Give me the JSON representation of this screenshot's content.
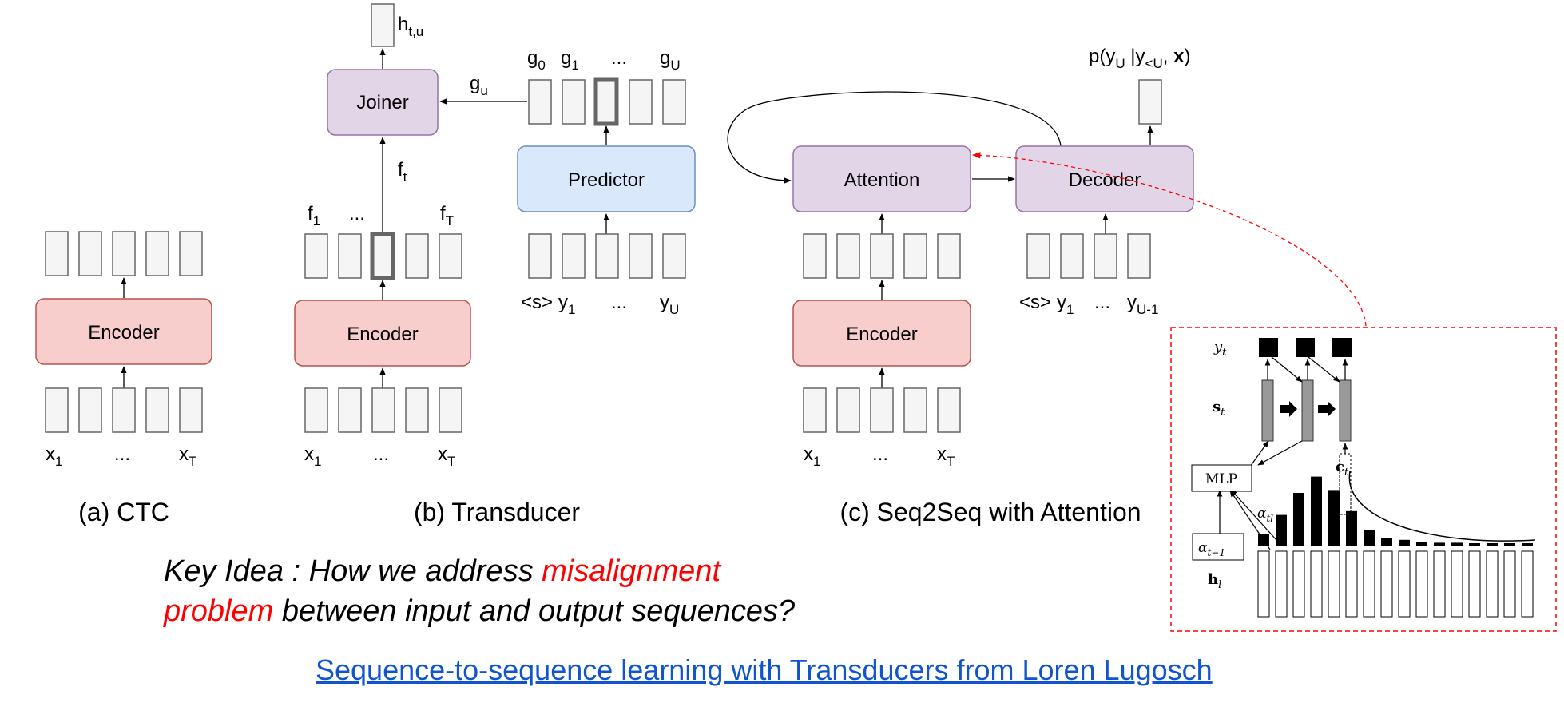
{
  "panels": {
    "ctc": {
      "encoder_label": "Encoder",
      "input_labels": [
        "x",
        "...",
        "x"
      ],
      "input_subs": [
        "1",
        "",
        "T"
      ],
      "caption": "(a) CTC"
    },
    "transducer": {
      "encoder_label": "Encoder",
      "joiner_label": "Joiner",
      "predictor_label": "Predictor",
      "input_labels": [
        "x",
        "...",
        "x"
      ],
      "input_subs": [
        "1",
        "",
        "T"
      ],
      "enc_out_labels": [
        "f",
        "...",
        "f"
      ],
      "enc_out_subs": [
        "1",
        "",
        "T"
      ],
      "ft_label": "f",
      "ft_sub": "t",
      "gu_label": "g",
      "gu_sub": "u",
      "htu_label": "h",
      "htu_sub": "t,u",
      "pred_out_labels": [
        "g",
        "g",
        "...",
        "g"
      ],
      "pred_out_subs": [
        "0",
        "1",
        "",
        "U"
      ],
      "pred_in_labels": [
        "<s>",
        "y",
        "...",
        "y"
      ],
      "pred_in_subs": [
        "",
        "1",
        "",
        "U"
      ],
      "caption": "(b) Transducer"
    },
    "seq2seq": {
      "encoder_label": "Encoder",
      "attention_label": "Attention",
      "decoder_label": "Decoder",
      "input_labels": [
        "x",
        "...",
        "x"
      ],
      "input_subs": [
        "1",
        "",
        "T"
      ],
      "dec_in_labels": [
        "<s>",
        "y",
        "...",
        "y"
      ],
      "dec_in_subs": [
        "",
        "1",
        "",
        "U-1"
      ],
      "output_label": {
        "p": "p(y",
        "u": "U",
        "mid": " |y",
        "lt": "<U",
        "end": ", ",
        "x": "x",
        "close": ")"
      },
      "caption": "(c) Seq2Seq with Attention"
    }
  },
  "inset": {
    "yt": "y",
    "yt_sub": "t",
    "st": "s",
    "st_sub": "t",
    "mlp": "MLP",
    "ct": "c",
    "ct_sub": "t",
    "alpha": "α",
    "alpha_sub": "tl",
    "alpha_prev": "α",
    "alpha_prev_sub": "t−1",
    "hl": "h",
    "hl_sub": "l",
    "attention_weights": [
      0.12,
      0.32,
      0.55,
      0.72,
      0.58,
      0.36,
      0.16,
      0.08,
      0.06,
      0.04,
      0.03,
      0.03,
      0.02,
      0.02,
      0.02,
      0.02
    ]
  },
  "key_idea": {
    "prefix": "Key Idea : How we address ",
    "red1": "misalignment",
    "red2": "problem",
    "suffix": " between input and output sequences?"
  },
  "reference_link": "Sequence-to-sequence learning with Transducers from Loren Lugosch",
  "colors": {
    "encoder_fill": "#f8cecc",
    "encoder_stroke": "#b85450",
    "joiner_fill": "#e1d5e7",
    "joiner_stroke": "#9673a6",
    "predictor_fill": "#dae8fc",
    "predictor_stroke": "#6c8ebf",
    "cell_fill": "#f5f5f5",
    "cell_stroke": "#666666",
    "dashed_red": "#ff0000",
    "link": "#1155cc"
  }
}
